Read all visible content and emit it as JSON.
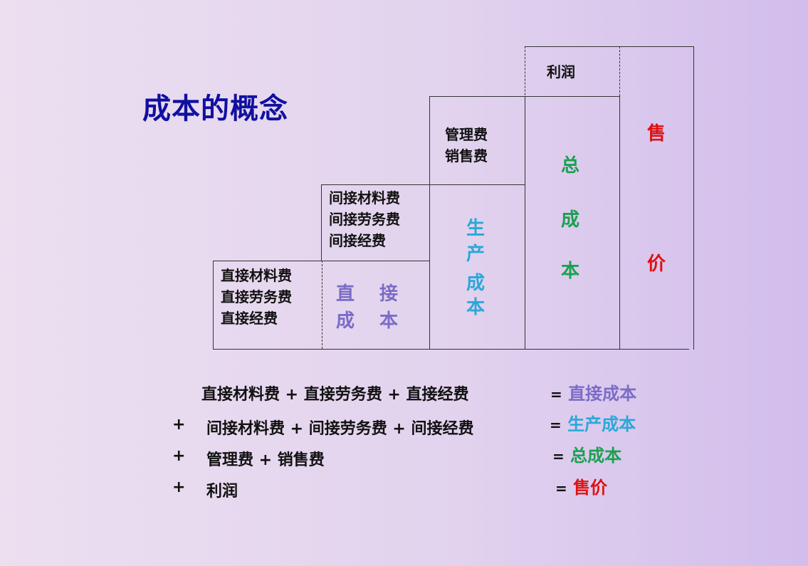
{
  "title": "成本的概念",
  "colors": {
    "title": "#1010a0",
    "direct_cost": "#7a6cc8",
    "production_cost": "#2aa8d8",
    "total_cost": "#1aa050",
    "price": "#e01010"
  },
  "diagram": {
    "direct_items": [
      "直接材料费",
      "直接劳务费",
      "直接经费"
    ],
    "direct_cost_chars": [
      "直",
      "接",
      "成",
      "本"
    ],
    "indirect_items": [
      "间接材料费",
      "间接劳务费",
      "间接经费"
    ],
    "production_cost_chars": [
      "生",
      "产",
      "成",
      "本"
    ],
    "sga_items": [
      "管理费",
      "销售费"
    ],
    "total_cost_chars": [
      "总",
      "成",
      "本"
    ],
    "profit": "利润",
    "price_chars": [
      "售",
      "价"
    ]
  },
  "equations": [
    {
      "prefix": "",
      "expr": "直接材料费 + 直接劳务费 + 直接经费",
      "eq": "=",
      "result": "直接成本"
    },
    {
      "prefix": "+",
      "expr": "间接材料费 + 间接劳务费 + 间接经费",
      "eq": "=",
      "result": "生产成本"
    },
    {
      "prefix": "+",
      "expr": "管理费 + 销售费",
      "eq": "=",
      "result": "总成本"
    },
    {
      "prefix": "+",
      "expr": "利润",
      "eq": "=",
      "result": "售价"
    }
  ]
}
